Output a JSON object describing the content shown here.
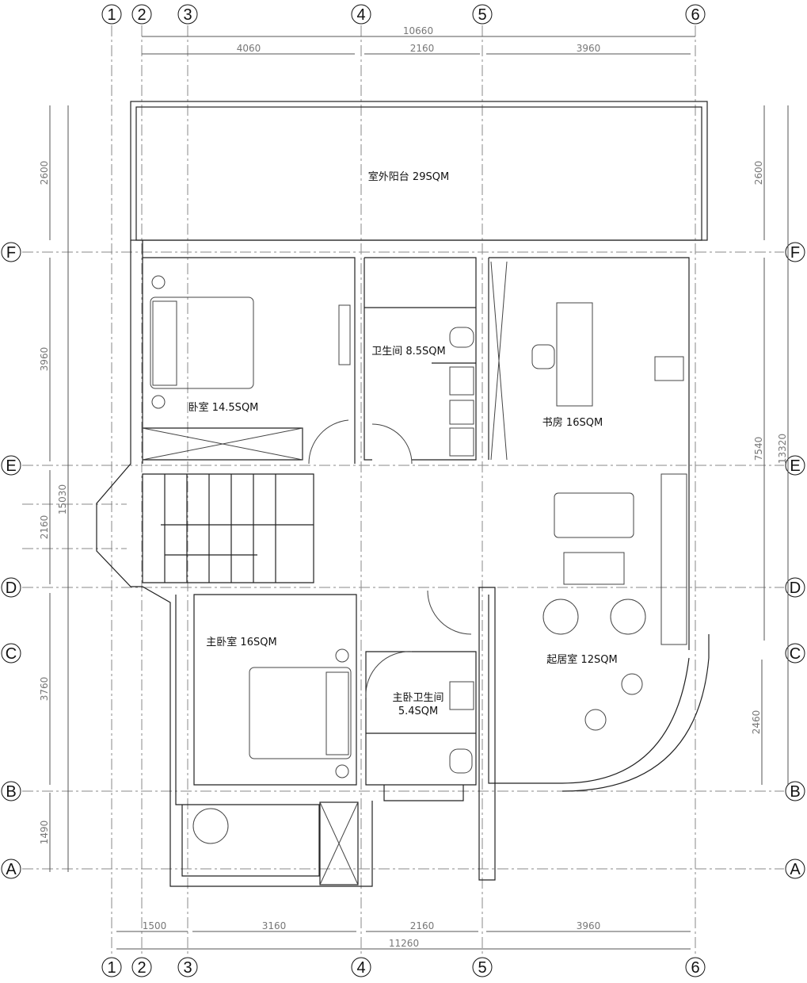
{
  "axes_vertical": [
    "1",
    "2",
    "3",
    "4",
    "5",
    "6"
  ],
  "axes_horizontal": [
    "F",
    "E",
    "D",
    "C",
    "B",
    "A"
  ],
  "top_dims": {
    "total": "10660",
    "segments": [
      "4060",
      "2160",
      "3960"
    ]
  },
  "bottom_dims": {
    "total": "11260",
    "segments": [
      "1500",
      "3160",
      "2160",
      "3960"
    ]
  },
  "left_dims": {
    "total": "15030",
    "segments": [
      "2600",
      "3960",
      "2160",
      "3760",
      "1490"
    ]
  },
  "right_dims": {
    "total": "13320",
    "segments": [
      "2600",
      "7540",
      "2460"
    ]
  },
  "rooms": {
    "balcony": "室外阳台 29SQM",
    "bedroom": "卧室 14.5SQM",
    "bathroom": "卫生间 8.5SQM",
    "study": "书房 16SQM",
    "master_bedroom": "主卧室 16SQM",
    "master_bath_1": "主卧卫生间",
    "master_bath_2": "5.4SQM",
    "living": "起居室 12SQM"
  }
}
